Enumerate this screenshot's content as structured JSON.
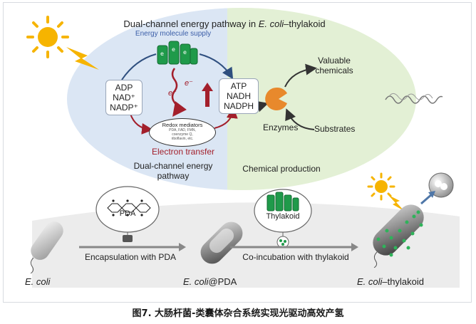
{
  "diagram": {
    "title_prefix": "Dual-channel energy pathway in ",
    "title_italic": "E. coli",
    "title_suffix": "–thylakoid",
    "energy_supply": "Energy molecule supply",
    "left_cofactors": [
      "ADP",
      "NAD⁺",
      "NADP⁺"
    ],
    "right_cofactors": [
      "ATP",
      "NADH",
      "NADPH"
    ],
    "electron_label_1": "e⁻",
    "electron_label_2": "e⁻",
    "redox_title": "Redox mediators",
    "redox_items": [
      "PDA, FAD, FMN,",
      "coenzyme Q,",
      "riboflavin, etc."
    ],
    "electron_transfer": "Electron transfer",
    "dual_channel_label": [
      "Dual-channel energy",
      "pathway"
    ],
    "chemical_production": "Chemical production",
    "enzymes": "Enzymes",
    "valuable_chemicals": [
      "Valuable",
      "chemicals"
    ],
    "substrates": "Substrates"
  },
  "bottom": {
    "pda_label": "PDA",
    "thylakoid_label": "Thylakoid",
    "step1": "Encapsulation with PDA",
    "step2": "Co-incubation with thylakoid",
    "ecoli_italic": "E. coli",
    "ecoli_pda_italic": "E. coli",
    "ecoli_pda_suffix": "@PDA",
    "ecoli_thy_italic": "E. coli",
    "ecoli_thy_suffix": "–thylakoid"
  },
  "caption": "图7. 大肠杆菌-类囊体杂合系统实现光驱动高效产氢",
  "colors": {
    "blue_panel": "#dbe6f4",
    "green_panel": "#e3f0d5",
    "electron_red": "#a31f2b",
    "thylakoid_green": "#1f9a4a",
    "enzyme_orange": "#e8892c",
    "sun": "#f6b400"
  }
}
